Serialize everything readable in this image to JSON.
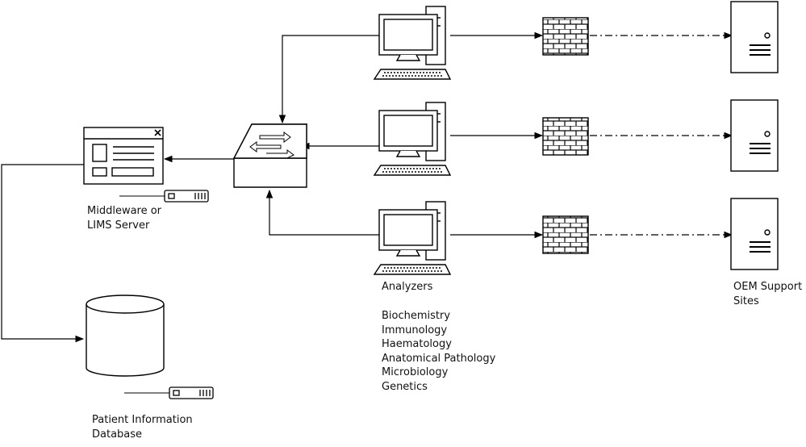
{
  "labels": {
    "middleware": [
      "Middleware or",
      "LIMS Server"
    ],
    "patient_db": [
      "Patient Information",
      "Database"
    ],
    "analyzers_title": "Analyzers",
    "analyzer_types": [
      "Biochemistry",
      "Immunology",
      "Haematology",
      "Anatomical Pathology",
      "Microbiology",
      "Genetics"
    ],
    "oem": [
      "OEM Support",
      "Sites"
    ]
  },
  "icons": {
    "window": "application-window-icon",
    "switch": "network-switch-icon",
    "database": "database-cylinder-icon",
    "workstation": "desktop-computer-icon",
    "firewall": "firewall-brick-wall-icon",
    "server": "tower-server-icon",
    "device": "storage-device-icon"
  },
  "colors": {
    "stroke": "#000000",
    "fill": "#ffffff"
  }
}
